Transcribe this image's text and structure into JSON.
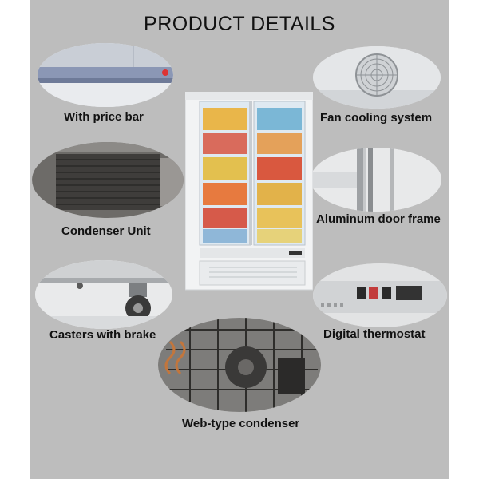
{
  "title": "PRODUCT DETAILS",
  "features": {
    "price_bar": "With price bar",
    "fan_cooling": "Fan cooling system",
    "condenser_unit": "Condenser Unit",
    "door_frame": "Aluminum door frame",
    "casters": "Casters with brake",
    "thermostat": "Digital thermostat",
    "web_condenser": "Web-type condenser"
  },
  "colors": {
    "background": "#bdbdbd",
    "text": "#111111"
  }
}
